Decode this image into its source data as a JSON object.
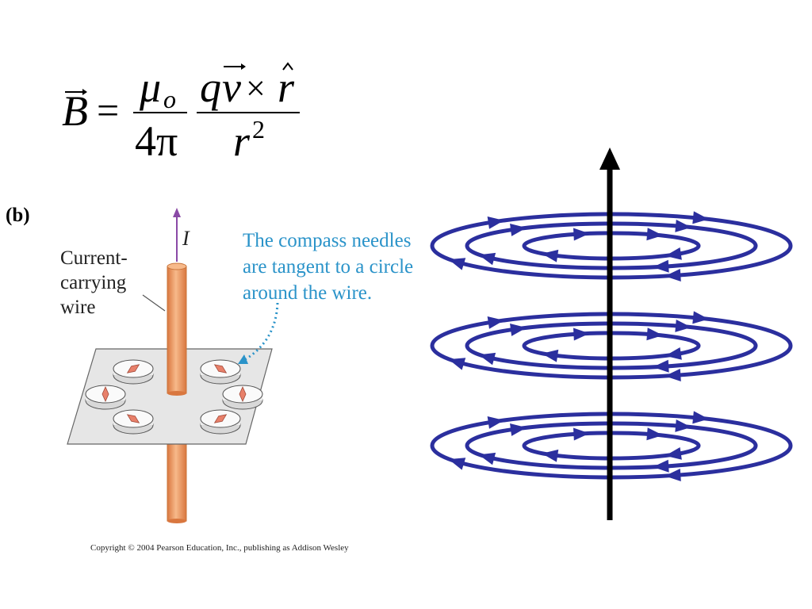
{
  "formula": {
    "lhs": "B",
    "equals": "=",
    "mu_base": "μ",
    "mu_sub": "o",
    "four_pi": "4π",
    "q": "q",
    "v": "v",
    "times": "×",
    "r_hat": "r",
    "r_den": "r",
    "exponent": "2"
  },
  "panel_label": "(b)",
  "wire_label": [
    "Current-",
    "carrying",
    "wire"
  ],
  "current_label": "I",
  "callout_lines": [
    "The compass needles",
    "are tangent to a circle",
    "around the wire."
  ],
  "copyright": "Copyright © 2004 Pearson Education, Inc., publishing as Addison Wesley",
  "colors": {
    "wire": "#f0a068",
    "wire_edge": "#c9743a",
    "callout": "#2a93c9",
    "current_arrow": "#8a4aa6",
    "field_loop": "#2b2f9e",
    "axis": "#000000",
    "needle": "#e8806a"
  },
  "icons": {
    "compass": "compass-icon",
    "field_arrow": "arrowhead-icon",
    "axis_arrow": "arrow-up-icon"
  }
}
